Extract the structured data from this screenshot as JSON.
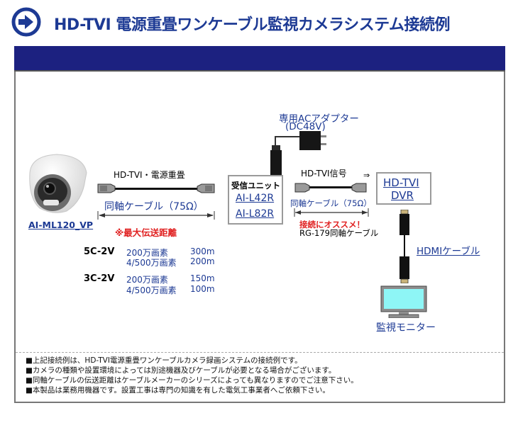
{
  "header": {
    "icon": "arrow-right-circle-icon",
    "title": "HD-TVI 電源重畳ワンケーブル監視カメラシステム接続例"
  },
  "colors": {
    "brand_blue": "#1d3a94",
    "band_navy": "#1c2180",
    "warning_red": "#e02020",
    "monitor_screen": "#8ef6f6"
  },
  "camera": {
    "icon": "dome-camera-icon",
    "model_link": "AI-ML120_VP"
  },
  "camera_cable": {
    "label_top": "HD-TVI・電源重畳",
    "label_bottom": "同軸ケーブル（75Ω）",
    "max_distance_note": "※最大伝送距離"
  },
  "distance_table": [
    {
      "cable": "5C-2V",
      "rows": [
        {
          "resolution": "200万画素",
          "distance": "300m"
        },
        {
          "resolution": "4/500万画素",
          "distance": "200m"
        }
      ]
    },
    {
      "cable": "3C-2V",
      "rows": [
        {
          "resolution": "200万画素",
          "distance": "150m"
        },
        {
          "resolution": "4/500万画素",
          "distance": "100m"
        }
      ]
    }
  ],
  "adapter": {
    "label_line1": "専用ACアダプター",
    "label_line2": "(DC48V)"
  },
  "receiver": {
    "title": "受信ユニット",
    "models": [
      "AI-L42R",
      "AI-L82R"
    ]
  },
  "signal_cable": {
    "label_top": "HD-TVI信号",
    "arrow": "⇒",
    "label_bottom": "同軸ケーブル（75Ω）",
    "recommend": "接続にオススメ！",
    "recommend_cable": "RG-179同軸ケーブル"
  },
  "dvr": {
    "line1": "HD-TVI",
    "line2": "DVR"
  },
  "hdmi": {
    "link": "HDMIケーブル"
  },
  "monitor": {
    "label": "監視モニター"
  },
  "notes": [
    "■上記接続例は、HD-TVI電源重畳ワンケーブルカメラ録画システムの接続例です。",
    "■カメラの種類や設置環境によっては別途機器及びケーブルが必要となる場合がございます。",
    "■同軸ケーブルの伝送距離はケーブルメーカーのシリーズによっても異なりますのでご注意下さい。",
    "■本製品は業務用機器です。設置工事は専門の知識を有した電気工事業者へご依頼下さい。"
  ]
}
